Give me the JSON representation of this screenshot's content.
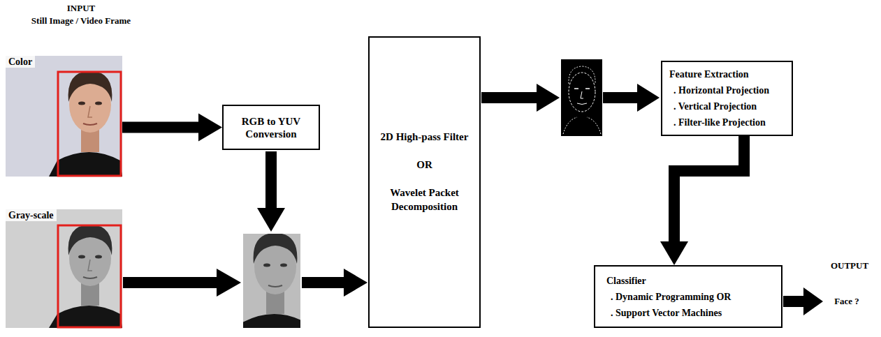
{
  "diagram": {
    "nodes": [
      {
        "text": [
          "Color"
        ]
      },
      {
        "text": [
          "RGB to YUV Conversion"
        ]
      },
      {
        "text": [
          "Gray-scale"
        ]
      },
      {
        "text": [
          "2D High-pass Filter",
          "OR",
          "Wavelet Packet Decomposition"
        ]
      },
      {
        "text": [
          "Feature Extraction",
          ". Horizontal Projection",
          ". Vertical Projection",
          ". Filter-like Projection"
        ]
      },
      {
        "text": [
          "Classifier",
          ". Dynamic Programming OR",
          ". Support Vector Machines"
        ]
      }
    ],
    "edges": [
      {
        "from": 0,
        "to": 1,
        "arrow": "to"
      },
      {
        "from": 4,
        "to": 5,
        "arrow": "to"
      }
    ],
    "labels": [
      "INPUT",
      "Still Image / Video Frame",
      "OUTPUT",
      "Face ?"
    ]
  }
}
